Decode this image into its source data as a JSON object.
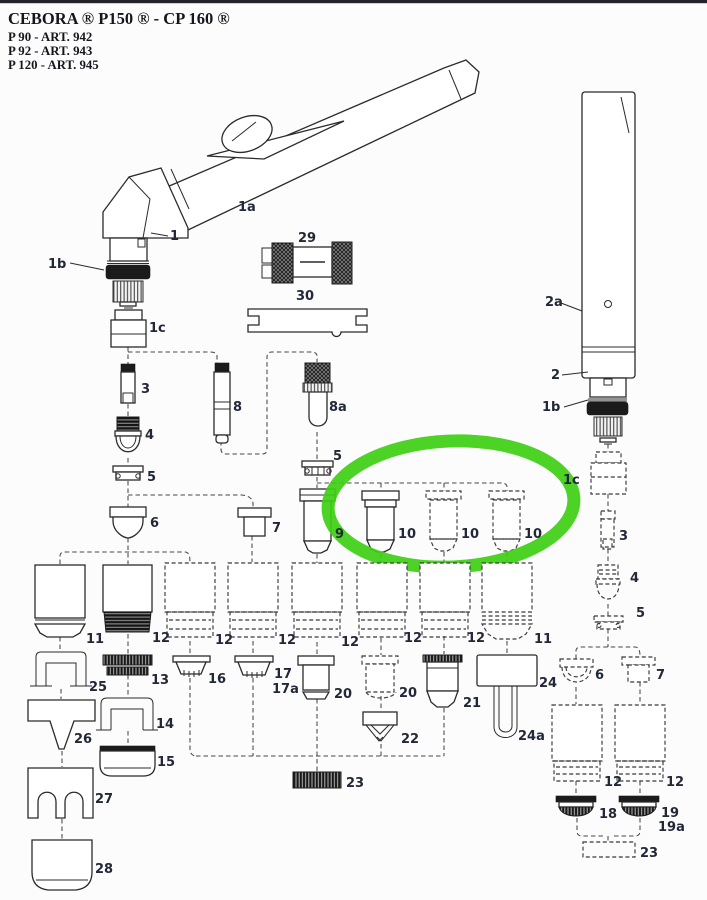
{
  "title": {
    "product_line": "CEBORA ®  P150 ® - CP 160 ®",
    "models": [
      "P 90  - ART. 942",
      "P 92  - ART. 943",
      "P 120 - ART. 945"
    ]
  },
  "highlight": {
    "color": "#3ecf12",
    "highlighted_part_number": "10",
    "shape": "hand-drawn-ellipse"
  },
  "parts": {
    "n1": "1",
    "n1a": "1a",
    "n1b": "1b",
    "n1c": "1c",
    "n2": "2",
    "n2a": "2a",
    "n3": "3",
    "n4": "4",
    "n5": "5",
    "n6": "6",
    "n7": "7",
    "n8": "8",
    "n8a": "8a",
    "n9": "9",
    "n10": "10",
    "n11": "11",
    "n12": "12",
    "n13": "13",
    "n14": "14",
    "n15": "15",
    "n16": "16",
    "n17": "17",
    "n17a": "17a",
    "n18": "18",
    "n19": "19",
    "n19a": "19a",
    "n20": "20",
    "n21": "21",
    "n22": "22",
    "n23": "23",
    "n24": "24",
    "n24a": "24a",
    "n25": "25",
    "n26": "26",
    "n27": "27",
    "n28": "28",
    "n29": "29",
    "n30": "30"
  }
}
